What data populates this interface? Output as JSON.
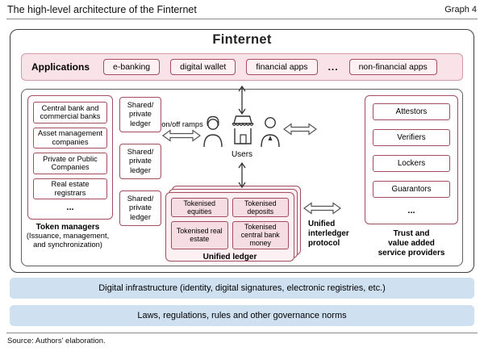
{
  "page": {
    "title": "The high-level architecture of the Finternet",
    "graph_label": "Graph 4",
    "source": "Source: Authors' elaboration."
  },
  "colors": {
    "pink_banner": "#f9e3e9",
    "pink_box": "#f6dce3",
    "red_border": "#a34d5d",
    "blue_bar": "#cfe0f1",
    "outline": "#3c3c3c"
  },
  "finternet": {
    "title": "Finternet",
    "applications": {
      "label": "Applications",
      "items": [
        "e-banking",
        "digital wallet",
        "financial apps",
        "...",
        "non-financial apps"
      ]
    },
    "token_managers": {
      "boxes": [
        "Central bank and commercial banks",
        "Asset management companies",
        "Private or Public Companies",
        "Real estate registrars",
        "..."
      ],
      "title": "Token managers",
      "subtitle": "(Issuance, management,\nand synchronization)"
    },
    "ledgers": [
      "Shared/\nprivate\nledger",
      "Shared/\nprivate\nledger",
      "Shared/\nprivate\nledger"
    ],
    "on_off_ramps_label": "on/off ramps",
    "users_label": "Users",
    "unified_ledger": {
      "title": "Unified ledger",
      "tokens": [
        "Tokenised equities",
        "Tokenised deposits",
        "Tokenised real estate",
        "Tokenised central bank money"
      ]
    },
    "interledger_label": "Unified\ninterledger\nprotocol",
    "service_providers": {
      "boxes": [
        "Attestors",
        "Verifiers",
        "Lockers",
        "Guarantors",
        "..."
      ],
      "title": "Trust and\nvalue added\nservice providers"
    }
  },
  "foundations": {
    "digital_infrastructure": "Digital infrastructure  (identity, digital signatures, electronic registries, etc.)",
    "laws": "Laws, regulations, rules and other governance norms"
  }
}
